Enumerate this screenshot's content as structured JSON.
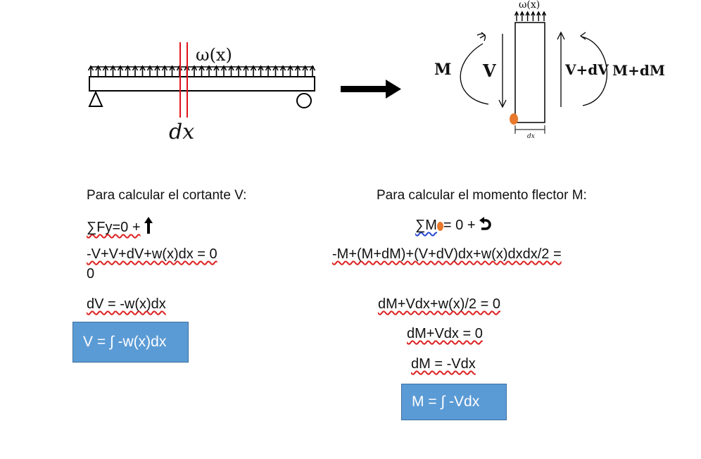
{
  "beam": {
    "load_label": "ω(x)",
    "dx_label": "dx"
  },
  "element": {
    "load_label": "ω(x)",
    "M_left": "M",
    "V_left": "V",
    "V_right": "V+dV",
    "M_right": "M+dM",
    "dx_label": "dx"
  },
  "colors": {
    "cut_lines": "#e0131b",
    "point": "#e8782b",
    "box_fill": "#5b9bd5"
  },
  "left": {
    "heading": "Para calcular el cortante V:",
    "sum": "∑Fy=0 +",
    "eq1": "-V+V+dV+w(x)dx = 0",
    "eq1_cont": "0",
    "eq2": "dV = -w(x)dx",
    "result": "V = ∫ -w(x)dx"
  },
  "right": {
    "heading": "Para calcular el momento flector M:",
    "sum_a": "∑M",
    "sum_b": "= 0  +",
    "eq1": "-M+(M+dM)+(V+dV)dx+w(x)dxdx/2 =",
    "eq2": "dM+Vdx+w(x)/2 = 0",
    "eq3": "dM+Vdx = 0",
    "eq4": "dM = -Vdx",
    "result": "M = ∫ -Vdx"
  }
}
